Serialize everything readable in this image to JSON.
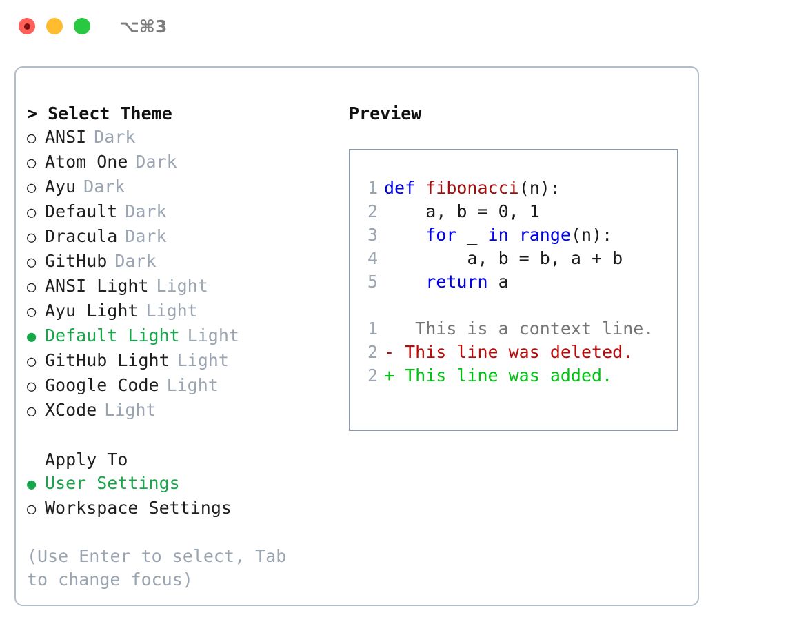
{
  "titlebar": {
    "shortcut": "⌥⌘3",
    "lights": [
      {
        "name": "close",
        "color": "#ff5f57"
      },
      {
        "name": "minimize",
        "color": "#febc2e"
      },
      {
        "name": "maximize",
        "color": "#28c840"
      }
    ]
  },
  "colors": {
    "selected": "#16a74a",
    "muted": "#9aa5b1",
    "keyword": "#0000ee",
    "function": "#a00f0f",
    "diff_added": "#00c210",
    "diff_deleted": "#c00808",
    "border": "#b3bdc9",
    "preview_border": "#8d99a8"
  },
  "theme_picker": {
    "header": "Select Theme",
    "caret": ">",
    "marker_unselected": "○",
    "marker_selected": "●",
    "items": [
      {
        "label": "ANSI",
        "category": "Dark",
        "selected": false
      },
      {
        "label": "Atom One",
        "category": "Dark",
        "selected": false
      },
      {
        "label": "Ayu",
        "category": "Dark",
        "selected": false
      },
      {
        "label": "Default",
        "category": "Dark",
        "selected": false
      },
      {
        "label": "Dracula",
        "category": "Dark",
        "selected": false
      },
      {
        "label": "GitHub",
        "category": "Dark",
        "selected": false
      },
      {
        "label": "ANSI Light",
        "category": "Light",
        "selected": false
      },
      {
        "label": "Ayu Light",
        "category": "Light",
        "selected": false
      },
      {
        "label": "Default Light",
        "category": "Light",
        "selected": true
      },
      {
        "label": "GitHub Light",
        "category": "Light",
        "selected": false
      },
      {
        "label": "Google Code",
        "category": "Light",
        "selected": false
      },
      {
        "label": "XCode",
        "category": "Light",
        "selected": false
      }
    ]
  },
  "apply_to": {
    "header": "Apply To",
    "items": [
      {
        "label": "User Settings",
        "selected": true
      },
      {
        "label": "Workspace Settings",
        "selected": false
      }
    ]
  },
  "hint": "(Use Enter to select, Tab to change focus)",
  "preview": {
    "header": "Preview",
    "code_lines": [
      {
        "num": "1",
        "tokens": [
          {
            "t": "def ",
            "c": "kw"
          },
          {
            "t": "fibonacci",
            "c": "fn"
          },
          {
            "t": "(n):",
            "c": "pl"
          }
        ]
      },
      {
        "num": "2",
        "tokens": [
          {
            "t": "    a, b = 0, 1",
            "c": "pl"
          }
        ]
      },
      {
        "num": "3",
        "tokens": [
          {
            "t": "    ",
            "c": "pl"
          },
          {
            "t": "for",
            "c": "kw"
          },
          {
            "t": " _ ",
            "c": "pl"
          },
          {
            "t": "in",
            "c": "kw"
          },
          {
            "t": " ",
            "c": "pl"
          },
          {
            "t": "range",
            "c": "kw"
          },
          {
            "t": "(n):",
            "c": "pl"
          }
        ]
      },
      {
        "num": "4",
        "tokens": [
          {
            "t": "        a, b = b, a + b",
            "c": "pl"
          }
        ]
      },
      {
        "num": "5",
        "tokens": [
          {
            "t": "    ",
            "c": "pl"
          },
          {
            "t": "return",
            "c": "kw"
          },
          {
            "t": " a",
            "c": "pl"
          }
        ]
      }
    ],
    "diff_lines": [
      {
        "num": "1",
        "marker": " ",
        "text": "  This is a context line.",
        "kind": "ctx"
      },
      {
        "num": "2",
        "marker": "-",
        "text": " This line was deleted.",
        "kind": "del"
      },
      {
        "num": "2",
        "marker": "+",
        "text": " This line was added.",
        "kind": "add"
      }
    ]
  }
}
